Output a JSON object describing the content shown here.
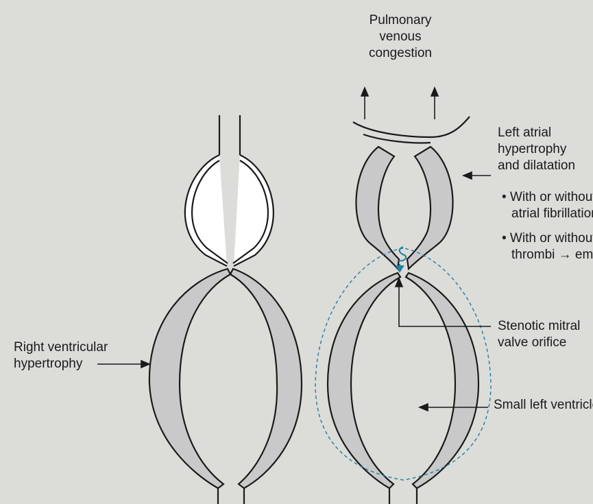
{
  "labels": {
    "pulmonary_congestion": [
      "Pulmonary",
      "venous",
      "congestion"
    ],
    "left_atrial": [
      "Left atrial",
      "hypertrophy",
      "and dilatation"
    ],
    "fibrillation_bullet": [
      "• With or without",
      "atrial fibrillation"
    ],
    "thrombi_bullet": [
      "• With or without",
      "thrombi → emboli"
    ],
    "stenotic_valve": [
      "Stenotic mitral",
      "valve orifice"
    ],
    "small_left_ventricle": [
      "Small left ventricle"
    ],
    "right_ventricular": [
      "Right ventricular",
      "hypertrophy"
    ]
  },
  "colors": {
    "background": "#dcdcd8",
    "wall_fill": "#c9c9c9",
    "outline": "#1a1a1a",
    "blood_flow_accent": "#1f7fa6"
  }
}
